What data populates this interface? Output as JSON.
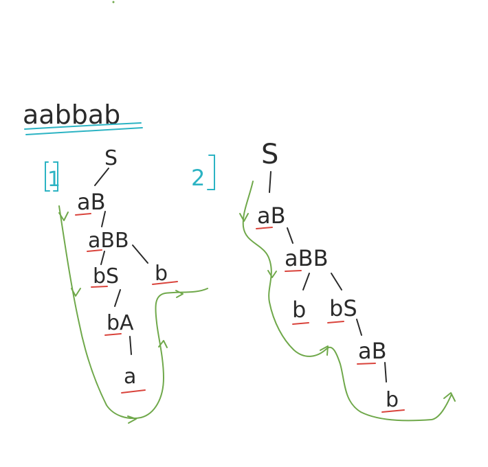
{
  "input_string": "aabbab",
  "tree1": {
    "number": "1",
    "nodes": [
      "S",
      "aB",
      "aBB",
      "bS",
      "b",
      "bA",
      "a"
    ]
  },
  "tree2": {
    "number": "2",
    "nodes": [
      "S",
      "aB",
      "aBB",
      "b",
      "bS",
      "aB",
      "b"
    ]
  },
  "colors": {
    "ink": "#2a2a2a",
    "underline": "#d9423a",
    "traversal": "#6fa84a",
    "highlight": "#2bb3c3"
  }
}
